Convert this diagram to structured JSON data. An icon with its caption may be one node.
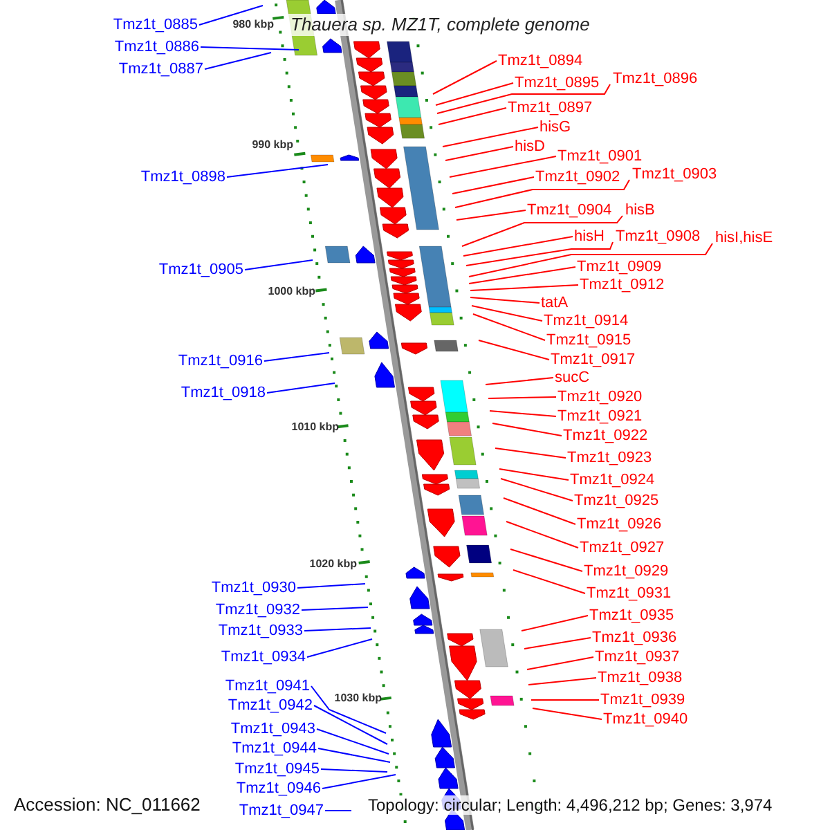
{
  "diagram": {
    "title": "Thauera sp. MZ1T, complete genome",
    "nodes": [
      {
        "text": [
          "Tmz1t_0885"
        ]
      },
      {
        "text": [
          "Tmz1t_0886"
        ]
      },
      {
        "text": [
          "Tmz1t_0887"
        ]
      },
      {
        "text": [
          "Tmz1t_0898"
        ]
      },
      {
        "text": [
          "Tmz1t_0905"
        ]
      },
      {
        "text": [
          "Tmz1t_0916"
        ]
      },
      {
        "text": [
          "Tmz1t_0918"
        ]
      },
      {
        "text": [
          "Tmz1t_0930"
        ]
      },
      {
        "text": [
          "Tmz1t_0932"
        ]
      },
      {
        "text": [
          "Tmz1t_0933"
        ]
      },
      {
        "text": [
          "Tmz1t_0934"
        ]
      },
      {
        "text": [
          "Tmz1t_0941"
        ]
      },
      {
        "text": [
          "Tmz1t_0942"
        ]
      },
      {
        "text": [
          "Tmz1t_0943"
        ]
      },
      {
        "text": [
          "Tmz1t_0944"
        ]
      },
      {
        "text": [
          "Tmz1t_0945"
        ]
      },
      {
        "text": [
          "Tmz1t_0946"
        ]
      },
      {
        "text": [
          "Tmz1t_0947"
        ]
      },
      {
        "text": [
          "Tmz1t_0894"
        ]
      },
      {
        "text": [
          "Tmz1t_0895"
        ]
      },
      {
        "text": [
          "Tmz1t_0896"
        ]
      },
      {
        "text": [
          "Tmz1t_0897"
        ]
      },
      {
        "text": [
          "hisG"
        ]
      },
      {
        "text": [
          "hisD"
        ]
      },
      {
        "text": [
          "Tmz1t_0901"
        ]
      },
      {
        "text": [
          "Tmz1t_0902"
        ]
      },
      {
        "text": [
          "Tmz1t_0903"
        ]
      },
      {
        "text": [
          "Tmz1t_0904"
        ]
      },
      {
        "text": [
          "hisB"
        ]
      },
      {
        "text": [
          "hisH"
        ]
      },
      {
        "text": [
          "Tmz1t_0908"
        ]
      },
      {
        "text": [
          "hisI,hisE"
        ]
      },
      {
        "text": [
          "Tmz1t_0909"
        ]
      },
      {
        "text": [
          "Tmz1t_0912"
        ]
      },
      {
        "text": [
          "tatA"
        ]
      },
      {
        "text": [
          "Tmz1t_0914"
        ]
      },
      {
        "text": [
          "Tmz1t_0915"
        ]
      },
      {
        "text": [
          "Tmz1t_0917"
        ]
      },
      {
        "text": [
          "sucC"
        ]
      },
      {
        "text": [
          "Tmz1t_0920"
        ]
      },
      {
        "text": [
          "Tmz1t_0921"
        ]
      },
      {
        "text": [
          "Tmz1t_0922"
        ]
      },
      {
        "text": [
          "Tmz1t_0923"
        ]
      },
      {
        "text": [
          "Tmz1t_0924"
        ]
      },
      {
        "text": [
          "Tmz1t_0925"
        ]
      },
      {
        "text": [
          "Tmz1t_0926"
        ]
      },
      {
        "text": [
          "Tmz1t_0927"
        ]
      },
      {
        "text": [
          "Tmz1t_0929"
        ]
      },
      {
        "text": [
          "Tmz1t_0931"
        ]
      },
      {
        "text": [
          "Tmz1t_0935"
        ]
      },
      {
        "text": [
          "Tmz1t_0936"
        ]
      },
      {
        "text": [
          "Tmz1t_0937"
        ]
      },
      {
        "text": [
          "Tmz1t_0938"
        ]
      },
      {
        "text": [
          "Tmz1t_0939"
        ]
      },
      {
        "text": [
          "Tmz1t_0940"
        ]
      }
    ],
    "edges": [
      {
        "from": 0,
        "to": null,
        "arrow": "none",
        "color": "#0000ff"
      },
      {
        "from": 1,
        "to": null,
        "arrow": "none",
        "color": "#0000ff"
      },
      {
        "from": 2,
        "to": null,
        "arrow": "none",
        "color": "#0000ff"
      },
      {
        "from": 3,
        "to": null,
        "arrow": "none",
        "color": "#0000ff"
      },
      {
        "from": 4,
        "to": null,
        "arrow": "none",
        "color": "#0000ff"
      },
      {
        "from": 5,
        "to": null,
        "arrow": "none",
        "color": "#0000ff"
      },
      {
        "from": 6,
        "to": null,
        "arrow": "none",
        "color": "#0000ff"
      },
      {
        "from": 7,
        "to": null,
        "arrow": "none",
        "color": "#0000ff"
      },
      {
        "from": 8,
        "to": null,
        "arrow": "none",
        "color": "#0000ff"
      },
      {
        "from": 9,
        "to": null,
        "arrow": "none",
        "color": "#0000ff"
      },
      {
        "from": 10,
        "to": null,
        "arrow": "none",
        "color": "#0000ff"
      },
      {
        "from": 11,
        "to": null,
        "arrow": "none",
        "color": "#0000ff"
      },
      {
        "from": 12,
        "to": null,
        "arrow": "none",
        "color": "#0000ff"
      },
      {
        "from": 13,
        "to": null,
        "arrow": "none",
        "color": "#0000ff"
      },
      {
        "from": 14,
        "to": null,
        "arrow": "none",
        "color": "#0000ff"
      },
      {
        "from": 15,
        "to": null,
        "arrow": "none",
        "color": "#0000ff"
      },
      {
        "from": 16,
        "to": null,
        "arrow": "none",
        "color": "#0000ff"
      },
      {
        "from": 17,
        "to": null,
        "arrow": "none",
        "color": "#0000ff"
      },
      {
        "from": 18,
        "to": null,
        "arrow": "none"
      },
      {
        "from": 19,
        "to": null,
        "arrow": "none"
      },
      {
        "from": 20,
        "to": null,
        "arrow": "none"
      },
      {
        "from": 21,
        "to": null,
        "arrow": "none"
      },
      {
        "from": 22,
        "to": null,
        "arrow": "none"
      },
      {
        "from": 23,
        "to": null,
        "arrow": "none"
      },
      {
        "from": 24,
        "to": null,
        "arrow": "none"
      },
      {
        "from": 25,
        "to": null,
        "arrow": "none"
      },
      {
        "from": 26,
        "to": null,
        "arrow": "none"
      },
      {
        "from": 27,
        "to": null,
        "arrow": "none"
      },
      {
        "from": 28,
        "to": null,
        "arrow": "none"
      },
      {
        "from": 29,
        "to": null,
        "arrow": "none"
      },
      {
        "from": 30,
        "to": null,
        "arrow": "none"
      },
      {
        "from": 31,
        "to": null,
        "arrow": "none"
      },
      {
        "from": 32,
        "to": null,
        "arrow": "none"
      },
      {
        "from": 33,
        "to": null,
        "arrow": "none"
      },
      {
        "from": 34,
        "to": null,
        "arrow": "none"
      },
      {
        "from": 35,
        "to": null,
        "arrow": "none"
      },
      {
        "from": 36,
        "to": null,
        "arrow": "none"
      },
      {
        "from": 37,
        "to": null,
        "arrow": "none"
      },
      {
        "from": 38,
        "to": null,
        "arrow": "none"
      },
      {
        "from": 39,
        "to": null,
        "arrow": "none"
      },
      {
        "from": 40,
        "to": null,
        "arrow": "none"
      },
      {
        "from": 41,
        "to": null,
        "arrow": "none"
      },
      {
        "from": 42,
        "to": null,
        "arrow": "none"
      },
      {
        "from": 43,
        "to": null,
        "arrow": "none"
      },
      {
        "from": 44,
        "to": null,
        "arrow": "none"
      },
      {
        "from": 45,
        "to": null,
        "arrow": "none"
      },
      {
        "from": 46,
        "to": null,
        "arrow": "none"
      },
      {
        "from": 47,
        "to": null,
        "arrow": "none"
      },
      {
        "from": 48,
        "to": null,
        "arrow": "none"
      },
      {
        "from": 49,
        "to": null,
        "arrow": "none"
      },
      {
        "from": 50,
        "to": null,
        "arrow": "none"
      },
      {
        "from": 51,
        "to": null,
        "arrow": "none"
      },
      {
        "from": 52,
        "to": null,
        "arrow": "none"
      },
      {
        "from": 53,
        "to": null,
        "arrow": "none"
      },
      {
        "from": 54,
        "to": null,
        "arrow": "none"
      }
    ],
    "labels": [
      "980 kbp",
      "990 kbp",
      "1000 kbp",
      "1010 kbp",
      "1020 kbp",
      "1030 kbp",
      "Accession: NC_011662",
      "Topology: circular; Length: 4,496,212 bp; Genes: 3,974"
    ]
  }
}
